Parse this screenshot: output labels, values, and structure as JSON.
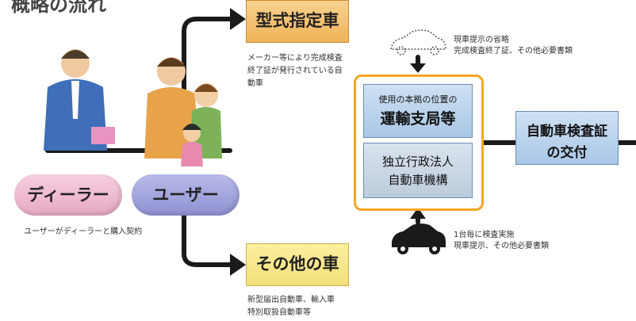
{
  "title_partial": "概略の流れ",
  "nodes": {
    "type_designated_car": {
      "label": "型式指定車",
      "description": "メーカー等により完成検査終了証が発行されている自動車"
    },
    "other_car": {
      "label": "その他の車",
      "description_line1": "新型届出自動車、輸入車",
      "description_line2": "特別取扱自動車等"
    },
    "dealer": {
      "label": "ディーラー"
    },
    "user": {
      "label": "ユーザー"
    },
    "purchase_note": "ユーザーがディーラーと購入契約",
    "transport_office": {
      "line1": "使用の本拠の位置の",
      "line2": "運輸支局等"
    },
    "inspection_agency": {
      "line1": "独立行政法人",
      "line2": "自動車機構"
    },
    "certificate": {
      "line1": "自動車検査証",
      "line2": "の交付"
    }
  },
  "notes": {
    "top_line1": "現車提示の省略",
    "top_line2": "完成検査終了証、その他必要書類",
    "bottom_line1": "1台毎に検査実施",
    "bottom_line2": "現車提示、その他必要書類"
  },
  "colors": {
    "orange_highlight": "#f5a623",
    "dealer_pink": "#e7a9c4",
    "user_blue": "#8f91d3",
    "type_box": "#efb35a",
    "other_box": "#f3e07a",
    "certificate_blue": "#aac8e8"
  }
}
